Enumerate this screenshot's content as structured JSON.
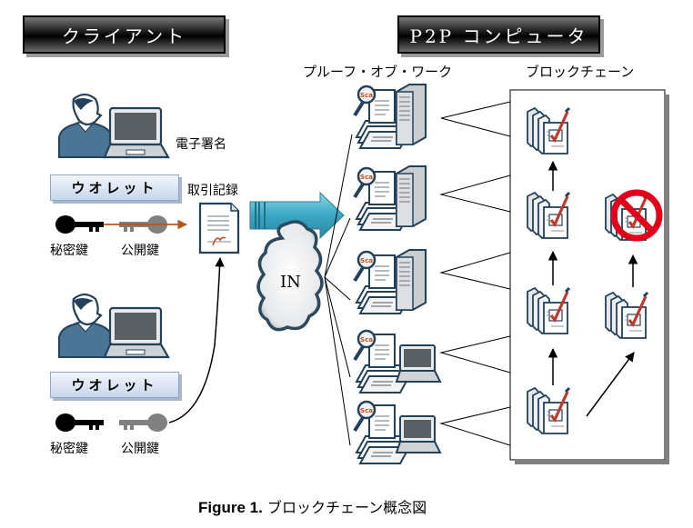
{
  "headers": {
    "client": "クライアント",
    "p2p": "P2P コンピュータ"
  },
  "client_section": {
    "signature_label": "電子署名",
    "wallets": [
      {
        "label": "ウオレット",
        "private_key_label": "秘密鍵",
        "public_key_label": "公開鍵"
      },
      {
        "label": "ウオレット",
        "private_key_label": "秘密鍵",
        "public_key_label": "公開鍵"
      }
    ],
    "transaction_label": "取引記録"
  },
  "network": {
    "cloud_label": "IN"
  },
  "p2p_section": {
    "pow_label": "プルーフ・オブ・ワーク",
    "blockchain_label": "ブロックチェーン",
    "nodes": [
      {
        "type": "server",
        "badge": "Sca"
      },
      {
        "type": "server",
        "badge": "Sca"
      },
      {
        "type": "server",
        "badge": "Sca"
      },
      {
        "type": "laptop",
        "badge": "Sca"
      },
      {
        "type": "laptop",
        "badge": "Sca"
      }
    ],
    "blocks": {
      "main_chain_count": 4,
      "fork_chain_count": 2,
      "rejected_block_icon": "prohibited-icon"
    }
  },
  "caption": {
    "figure_label": "Figure 1.",
    "text": "ブロックチェーン概念図"
  },
  "colors": {
    "header_bg": "#000000",
    "wallet_bg": "#c7d6ec",
    "person_shirt": "#4a7595",
    "arrow_teal": "#3aa7c4",
    "key_arrow": "#b5561a",
    "prohibit_red": "#e0001a",
    "check_red": "#c0392b"
  }
}
